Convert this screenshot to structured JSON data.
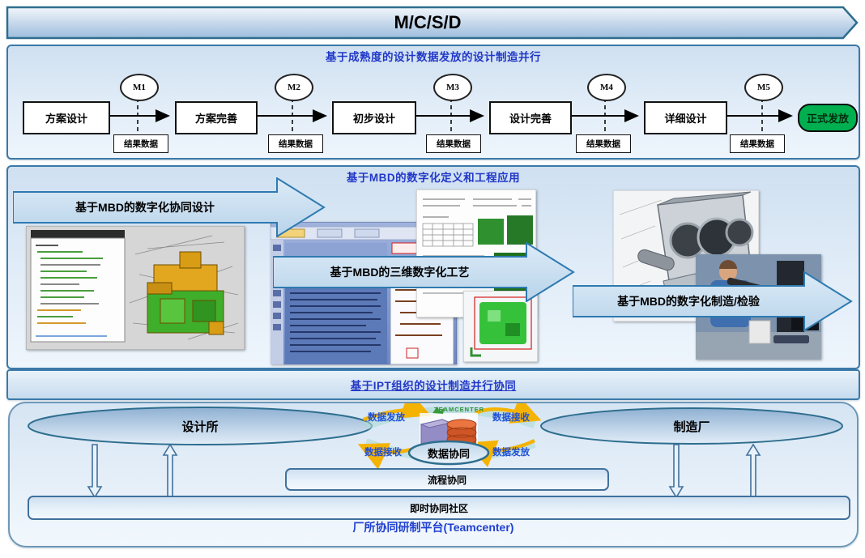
{
  "top_banner": {
    "title": "M/C/S/D"
  },
  "maturity": {
    "title": "基于成熟度的设计数据发放的设计制造并行",
    "stages": [
      "方案设计",
      "方案完善",
      "初步设计",
      "设计完善",
      "详细设计"
    ],
    "release": "正式发放",
    "milestones": [
      "M1",
      "M2",
      "M3",
      "M4",
      "M5"
    ],
    "result": "结果数据"
  },
  "mbd": {
    "title": "基于MBD的数字化定义和工程应用",
    "arrow1": "基于MBD的数字化协同设计",
    "arrow2": "基于MBD的三维数字化工艺",
    "arrow3": "基于MBD的数字化制造/检验"
  },
  "ipt": {
    "title": "基于IPT组织的设计制造并行协同"
  },
  "platform": {
    "design_institute": "设计所",
    "factory": "制造厂",
    "teamcenter": "TEAMCENTER",
    "data_collaboration": "数据协同",
    "left_top": "数据发放",
    "left_bottom": "数据接收",
    "right_top": "数据接收",
    "right_bottom": "数据发放",
    "process_collaboration": "流程协同",
    "community": "即时协同社区",
    "caption": "厂所协同研制平台(Teamcenter)"
  },
  "colors": {
    "accent_blue": "#2238c8",
    "border_blue": "#2e6e8e",
    "release_green": "#00b050",
    "arrow_yellow": "#f5b301"
  }
}
